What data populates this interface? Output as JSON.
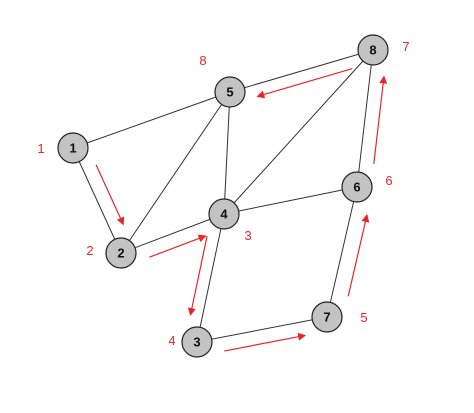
{
  "graph": {
    "nodes": [
      {
        "id": "1"
      },
      {
        "id": "2"
      },
      {
        "id": "3"
      },
      {
        "id": "4"
      },
      {
        "id": "5"
      },
      {
        "id": "6"
      },
      {
        "id": "7"
      },
      {
        "id": "8"
      }
    ],
    "edges": [
      [
        "1",
        "2"
      ],
      [
        "1",
        "5"
      ],
      [
        "2",
        "5"
      ],
      [
        "2",
        "4"
      ],
      [
        "4",
        "5"
      ],
      [
        "4",
        "3"
      ],
      [
        "4",
        "8"
      ],
      [
        "4",
        "6"
      ],
      [
        "5",
        "8"
      ],
      [
        "3",
        "7"
      ],
      [
        "7",
        "6"
      ],
      [
        "6",
        "8"
      ]
    ],
    "traversal_arrows": [
      [
        "1",
        "2"
      ],
      [
        "2",
        "4"
      ],
      [
        "4",
        "3"
      ],
      [
        "3",
        "7"
      ],
      [
        "7",
        "6"
      ],
      [
        "6",
        "8"
      ],
      [
        "8",
        "5"
      ]
    ],
    "order_labels": [
      {
        "for": "1",
        "text": "1"
      },
      {
        "for": "2",
        "text": "2"
      },
      {
        "for": "4",
        "text": "3"
      },
      {
        "for": "3",
        "text": "4"
      },
      {
        "for": "7",
        "text": "5"
      },
      {
        "for": "6",
        "text": "6"
      },
      {
        "for": "8",
        "text": "7"
      },
      {
        "for": "5",
        "text": "8"
      }
    ]
  },
  "colors": {
    "node_fill": "#c3c3c3",
    "node_stroke": "#222222",
    "edge": "#333333",
    "arrow": "#e8262a",
    "order_label": "#e8262a"
  }
}
